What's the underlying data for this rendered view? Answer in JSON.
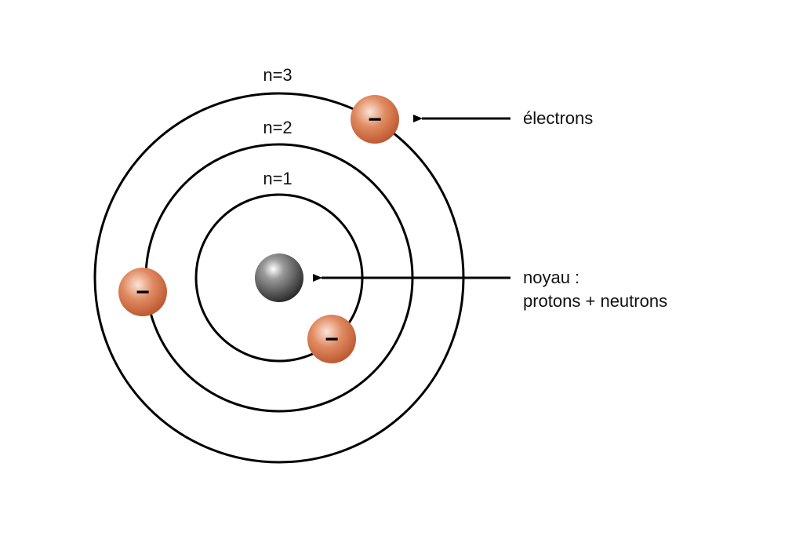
{
  "shells": [
    {
      "label": "n=1"
    },
    {
      "label": "n=2"
    },
    {
      "label": "n=3"
    }
  ],
  "electron_symbol": "−",
  "labels": {
    "electrons": "électrons",
    "nucleus_line1": "noyau :",
    "nucleus_line2": "protons + neutrons"
  },
  "colors": {
    "electron": "#d9734a",
    "nucleus": "#555555",
    "orbit": "#000000"
  }
}
